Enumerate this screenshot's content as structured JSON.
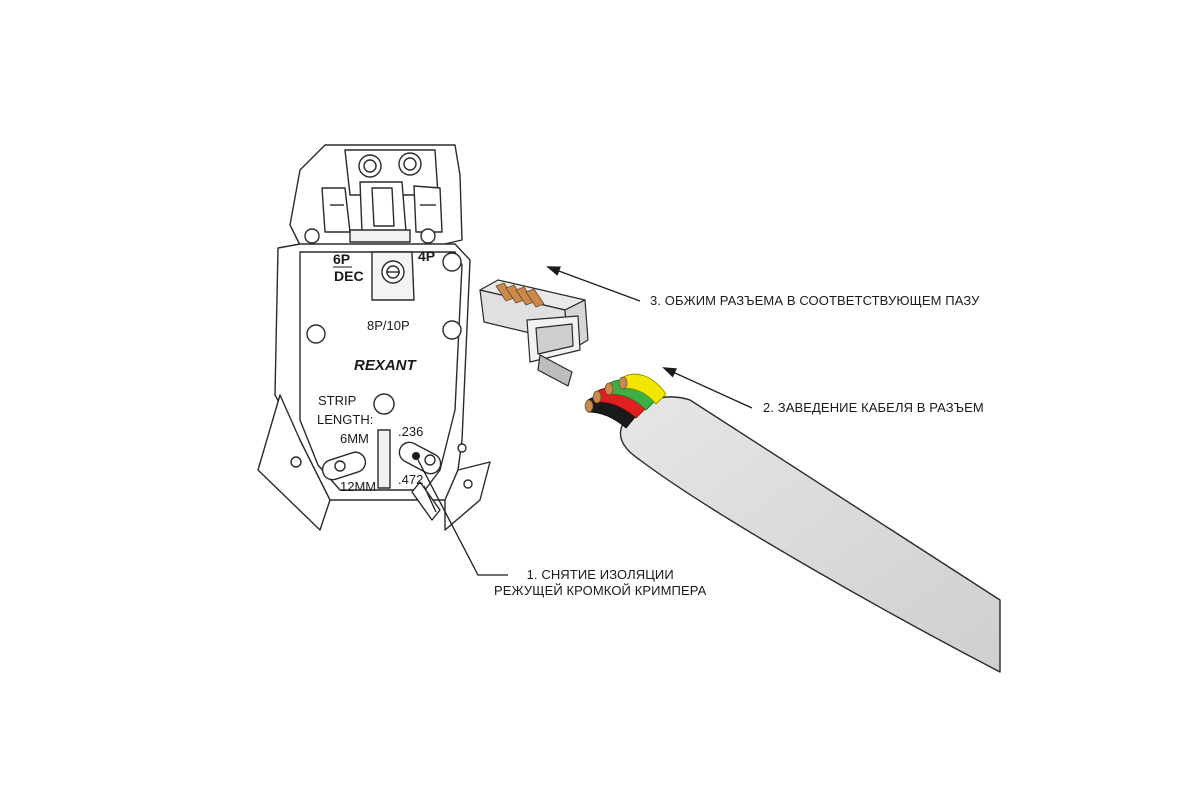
{
  "tool": {
    "labels": {
      "six_p": "6P",
      "dec": "DEC",
      "four_p": "4P",
      "eight_p": "8P/10P",
      "brand": "REXANT",
      "strip": "STRIP",
      "length": "LENGTH:",
      "mm6": "6MM",
      "mm12": "12MM",
      "inch1": ".236",
      "inch2": ".472"
    }
  },
  "callouts": {
    "step1_line1": "1. СНЯТИЕ ИЗОЛЯЦИИ",
    "step1_line2": "РЕЖУЩЕЙ КРОМКОЙ КРИМПЕРА",
    "step2": "2. ЗАВЕДЕНИЕ КАБЕЛЯ В РАЗЪЕМ",
    "step3": "3. ОБЖИМ РАЗЪЕМА В СООТВЕТСТВУЮЩЕМ ПАЗУ"
  },
  "colors": {
    "outline": "#2a2a2a",
    "tool_fill": "#ffffff",
    "connector_fill": "#e4e4e4",
    "cable_fill": "#dcdcdc",
    "wire_red": "#e02020",
    "wire_black": "#1a1a1a",
    "wire_green": "#3cb043",
    "wire_yellow": "#f2e600",
    "copper": "#c98a4b"
  },
  "icons": [
    "crimper-tool-icon",
    "rj11-connector-icon",
    "cable-icon",
    "arrow-icon"
  ]
}
